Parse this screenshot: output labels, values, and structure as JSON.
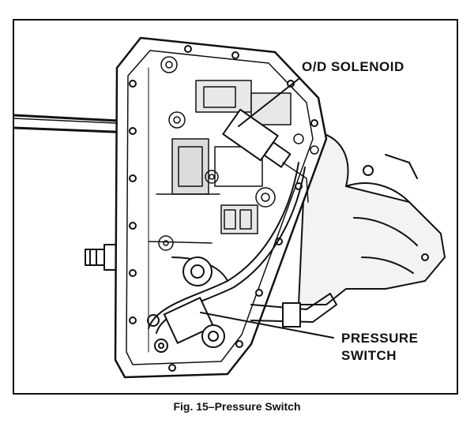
{
  "figure": {
    "callouts": {
      "od_solenoid": "O/D SOLENOID",
      "pressure_switch_line1": "PRESSURE",
      "pressure_switch_line2": "SWITCH"
    },
    "caption": "Fig. 15–Pressure Switch"
  }
}
